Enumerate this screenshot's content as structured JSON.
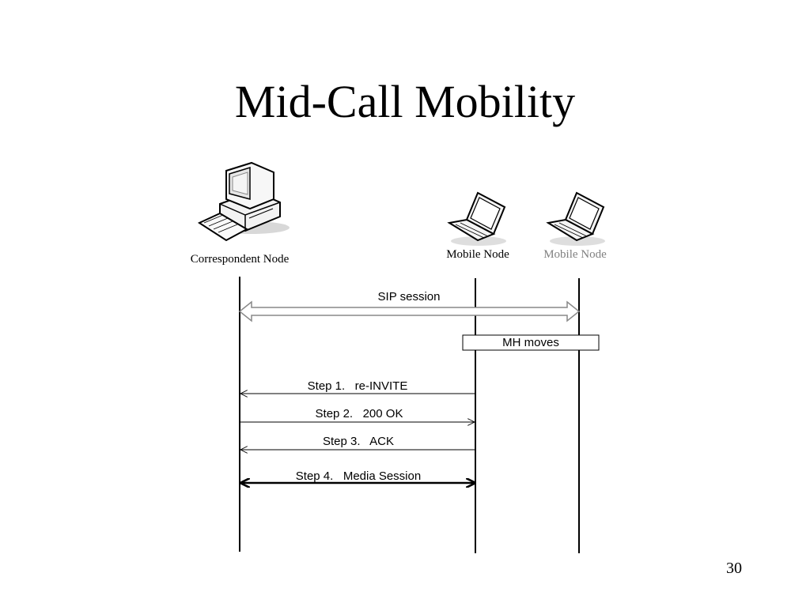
{
  "slide": {
    "title": "Mid-Call Mobility",
    "page_number": "30"
  },
  "nodes": {
    "correspondent": {
      "label": "Correspondent Node",
      "icon": "desktop-computer-icon"
    },
    "mobile_before": {
      "label": "Mobile Node",
      "icon": "laptop-icon"
    },
    "mobile_after": {
      "label": "Mobile Node",
      "icon": "laptop-icon",
      "color": "#808080"
    }
  },
  "messages": {
    "sip_session": "SIP session",
    "mh_moves": "MH moves",
    "step1": "Step 1.   re-INVITE",
    "step2": "Step 2.   200 OK",
    "step3": "Step 3.   ACK",
    "step4": "Step 4.   Media Session"
  }
}
